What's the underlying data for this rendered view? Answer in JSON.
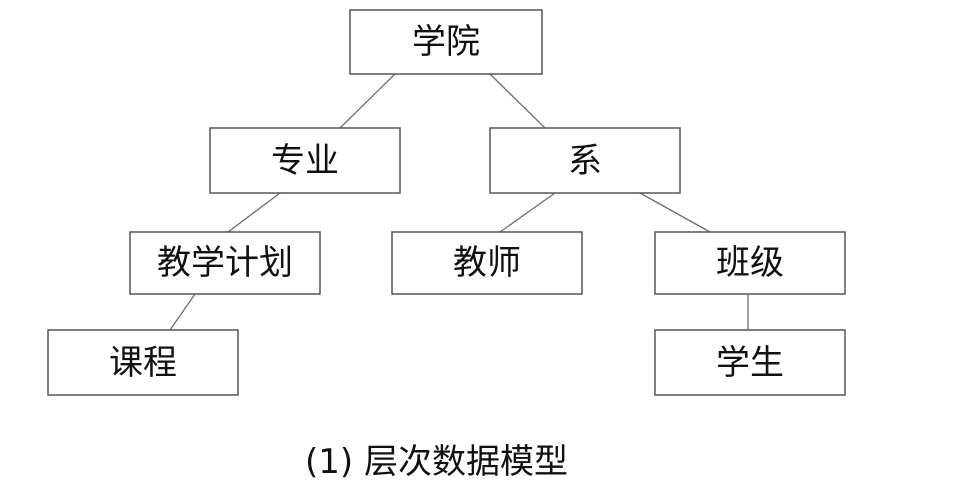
{
  "diagram": {
    "nodes": {
      "college": "学院",
      "major": "专业",
      "department": "系",
      "teaching_plan": "教学计划",
      "teacher": "教师",
      "class": "班级",
      "course": "课程",
      "student": "学生"
    },
    "caption": "(1) 层次数据模型",
    "colors": {
      "box_border": "#555555",
      "edge": "#6e6e6e",
      "text": "#111111"
    }
  }
}
